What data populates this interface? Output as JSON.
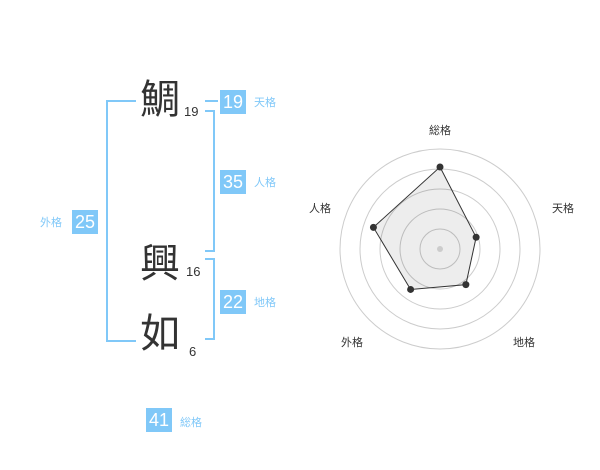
{
  "name": {
    "characters": [
      {
        "char": "鯛",
        "strokes": "19"
      },
      {
        "char": "興",
        "strokes": "16"
      },
      {
        "char": "如",
        "strokes": "6"
      }
    ]
  },
  "kaku": {
    "tenkaku": {
      "label": "天格",
      "value": "19"
    },
    "jinkaku": {
      "label": "人格",
      "value": "35"
    },
    "chikaku": {
      "label": "地格",
      "value": "22"
    },
    "gaikaku": {
      "label": "外格",
      "value": "25"
    },
    "soukaku": {
      "label": "総格",
      "value": "41"
    }
  },
  "colors": {
    "accent": "#80c8f8",
    "text": "#333333",
    "grid": "#cccccc"
  },
  "radar": {
    "axes": [
      "総格",
      "天格",
      "地格",
      "外格",
      "人格"
    ],
    "values": [
      41,
      19,
      22,
      25,
      35
    ],
    "max": 50
  }
}
